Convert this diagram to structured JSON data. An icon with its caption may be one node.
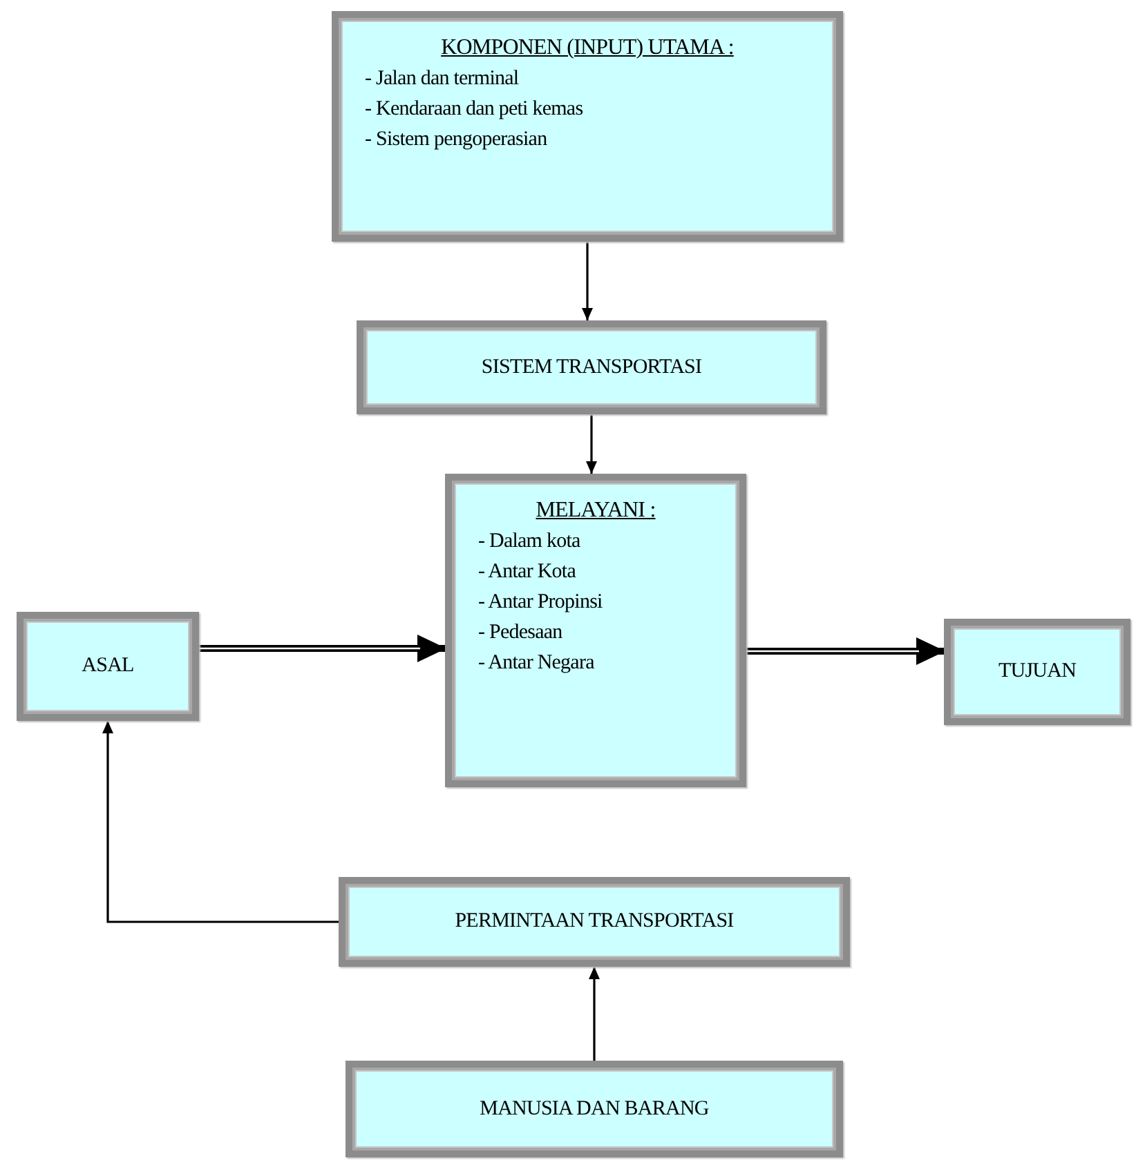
{
  "diagram": {
    "nodes": [
      {
        "text": [
          "KOMPONEN (INPUT) UTAMA :",
          "- Jalan dan terminal",
          "- Kendaraan dan peti kemas",
          "- Sistem pengoperasian"
        ]
      },
      {
        "text": [
          "SISTEM TRANSPORTASI"
        ]
      },
      {
        "text": [
          "MELAYANI :",
          "- Dalam kota",
          "- Antar Kota",
          "- Antar Propinsi",
          "- Pedesaan",
          "- Antar Negara"
        ]
      },
      {
        "text": [
          "ASAL"
        ]
      },
      {
        "text": [
          "TUJUAN"
        ]
      },
      {
        "text": [
          "PERMINTAAN TRANSPORTASI"
        ]
      },
      {
        "text": [
          "MANUSIA DAN BARANG"
        ]
      }
    ],
    "edges": [
      {
        "from": 0,
        "to": 1,
        "arrow": "to"
      },
      {
        "from": 1,
        "to": 2,
        "arrow": "to"
      },
      {
        "from": 3,
        "to": 2,
        "arrow": "to",
        "style": "thick"
      },
      {
        "from": 2,
        "to": 4,
        "arrow": "to",
        "style": "thick"
      },
      {
        "from": 5,
        "to": 3,
        "arrow": "to"
      },
      {
        "from": 6,
        "to": 5,
        "arrow": "to"
      }
    ]
  }
}
